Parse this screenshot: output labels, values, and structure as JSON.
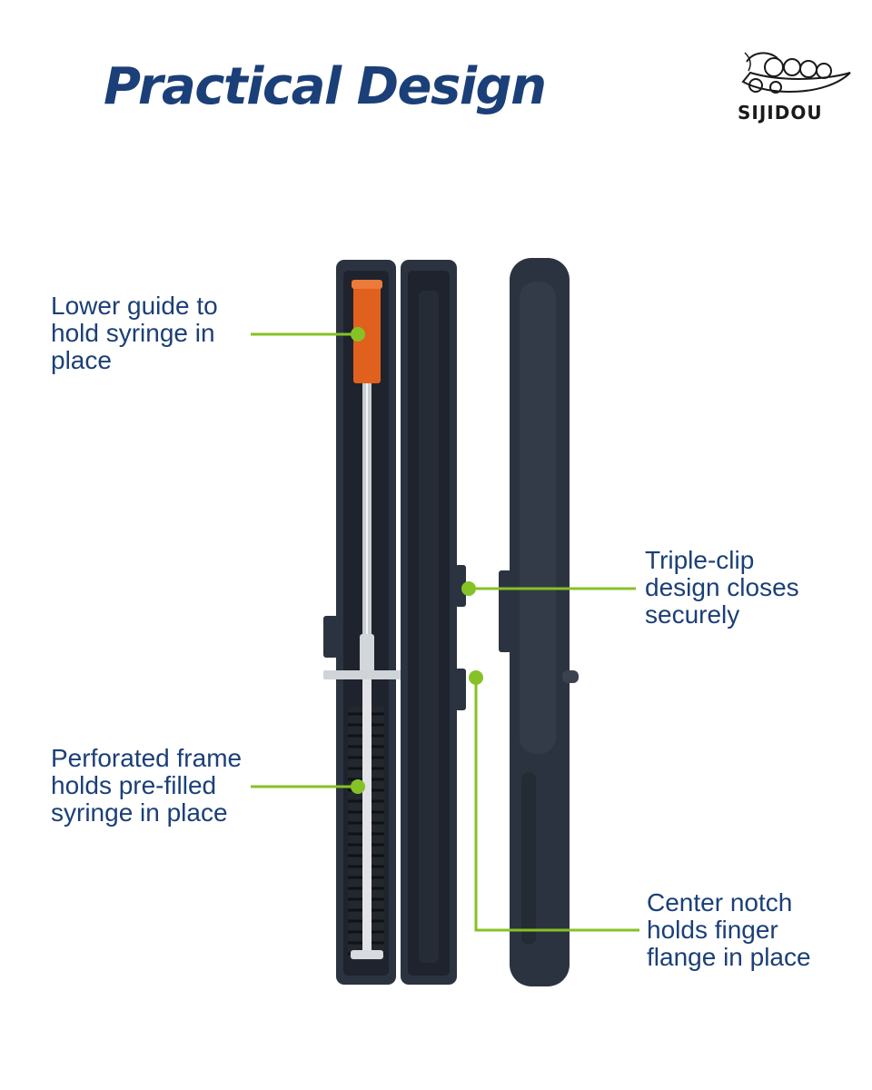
{
  "header": {
    "title": "Practical Design"
  },
  "brand": {
    "name": "SIJIDOU",
    "icon": "pea-pod-logo"
  },
  "callouts": {
    "lower_guide": [
      "Lower guide to",
      "hold syringe in",
      "place"
    ],
    "perforated_frame": [
      "Perforated frame",
      "holds pre-filled",
      "syringe in place"
    ],
    "triple_clip": [
      "Triple-clip",
      "design closes",
      "securely"
    ],
    "center_notch": [
      "Center notch",
      "holds finger",
      "flange in place"
    ]
  },
  "colors": {
    "title": "#1b3f78",
    "callout_text": "#1b3f78",
    "accent_line": "#86c225",
    "case": "#2c3340",
    "syringe_cap": "#e0601e",
    "background": "#ffffff"
  }
}
